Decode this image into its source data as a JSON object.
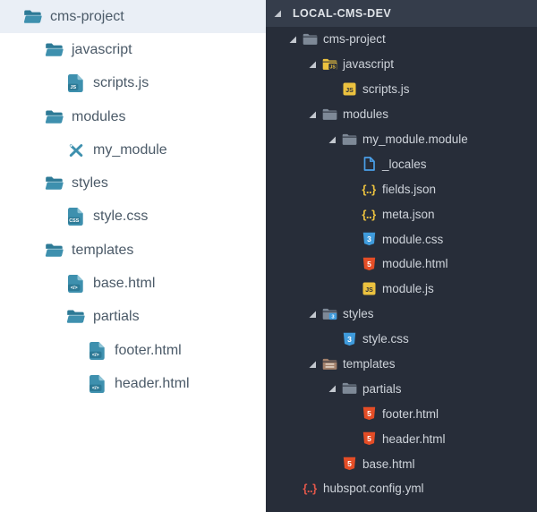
{
  "colors": {
    "left_accent": "#3e90ae",
    "left_accent_dark": "#2d7a96",
    "left_fold_light": "#8fc4d6",
    "left_selected_bg": "#eaeff6",
    "left_text": "#4b5a68",
    "left_bg": "#ffffff",
    "right_bg": "#272d39",
    "right_header_bg": "#353d4b",
    "right_text": "#ced3da",
    "right_header_text": "#dfe3e8",
    "arrow_gray": "#c3c8cf",
    "folder_gray": "#7e8997",
    "js_yellow": "#ecc23f",
    "css_blue": "#3f9bdc",
    "html_orange": "#e44d26",
    "config_red": "#e2574a",
    "templates_brown": "#a2806b",
    "doc_blue": "#4a9fe8"
  },
  "left_panel": {
    "items": [
      {
        "label": "cms-project",
        "level": 1,
        "icon": "folder-open",
        "selected": true
      },
      {
        "label": "javascript",
        "level": 2,
        "icon": "folder-open"
      },
      {
        "label": "scripts.js",
        "level": 3,
        "icon": "file-js",
        "badge": "JS"
      },
      {
        "label": "modules",
        "level": 2,
        "icon": "folder-open"
      },
      {
        "label": "my_module",
        "level": 3,
        "icon": "tools"
      },
      {
        "label": "styles",
        "level": 2,
        "icon": "folder-open"
      },
      {
        "label": "style.css",
        "level": 3,
        "icon": "file-css",
        "badge": "CSS"
      },
      {
        "label": "templates",
        "level": 2,
        "icon": "folder-open"
      },
      {
        "label": "base.html",
        "level": 3,
        "icon": "file-html",
        "badge": "</>"
      },
      {
        "label": "partials",
        "level": 3,
        "icon": "folder-open"
      },
      {
        "label": "footer.html",
        "level": 4,
        "icon": "file-html",
        "badge": "</>"
      },
      {
        "label": "header.html",
        "level": 4,
        "icon": "file-html",
        "badge": "</>"
      }
    ]
  },
  "right_panel": {
    "header": {
      "label": "LOCAL-CMS-DEV",
      "expanded": true
    },
    "items": [
      {
        "label": "cms-project",
        "level": 1,
        "icon": "folder",
        "arrow": true
      },
      {
        "label": "javascript",
        "level": 2,
        "icon": "folder-js",
        "arrow": true
      },
      {
        "label": "scripts.js",
        "level": 3,
        "icon": "js"
      },
      {
        "label": "modules",
        "level": 2,
        "icon": "folder",
        "arrow": true
      },
      {
        "label": "my_module.module",
        "level": 3,
        "icon": "folder",
        "arrow": true
      },
      {
        "label": "_locales",
        "level": 4,
        "icon": "doc"
      },
      {
        "label": "fields.json",
        "level": 4,
        "icon": "json"
      },
      {
        "label": "meta.json",
        "level": 4,
        "icon": "json"
      },
      {
        "label": "module.css",
        "level": 4,
        "icon": "css"
      },
      {
        "label": "module.html",
        "level": 4,
        "icon": "html"
      },
      {
        "label": "module.js",
        "level": 4,
        "icon": "js"
      },
      {
        "label": "styles",
        "level": 2,
        "icon": "folder-css",
        "arrow": true
      },
      {
        "label": "style.css",
        "level": 3,
        "icon": "css"
      },
      {
        "label": "templates",
        "level": 2,
        "icon": "folder-templates",
        "arrow": true
      },
      {
        "label": "partials",
        "level": 3,
        "icon": "folder",
        "arrow": true
      },
      {
        "label": "footer.html",
        "level": 4,
        "icon": "html"
      },
      {
        "label": "header.html",
        "level": 4,
        "icon": "html"
      },
      {
        "label": "base.html",
        "level": 3,
        "icon": "html"
      },
      {
        "label": "hubspot.config.yml",
        "level": 1,
        "icon": "config"
      }
    ]
  }
}
